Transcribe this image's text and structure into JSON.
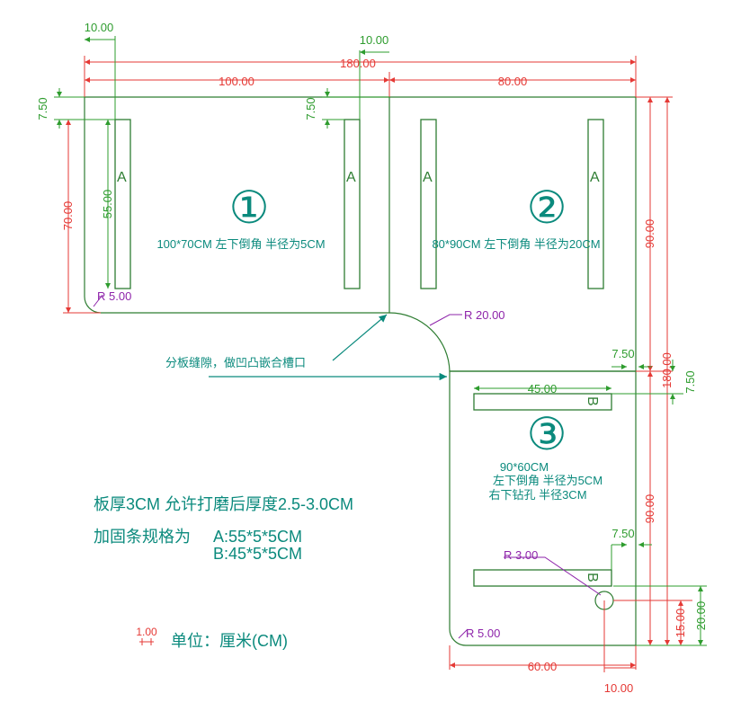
{
  "colors": {
    "outline": "#2e7d32",
    "dimension": "#e53935",
    "dimension_small": "#2e9c2e",
    "teal": "#0b8a7d",
    "radius": "#8e24aa"
  },
  "dimensions": {
    "d_10_top_left": "10.00",
    "d_10_top_mid": "10.00",
    "d_180_width": "180.00",
    "d_100": "100.00",
    "d_80": "80.00",
    "d_7_5_left": "7.50",
    "d_7_5_mid": "7.50",
    "d_70": "70.00",
    "d_55": "55.00",
    "d_90_upper": "90.00",
    "d_180_height": "180.00",
    "d_90_lower": "90.00",
    "d_7_5_right_a": "7.50",
    "d_7_5_right_b": "7.50",
    "d_45": "45.00",
    "d_7_5_lower": "7.50",
    "d_20": "20.00",
    "d_15": "15.00",
    "d_60": "60.00",
    "d_10_bottom": "10.00"
  },
  "radii": {
    "r_5_left": "R 5.00",
    "r_20": "R 20.00",
    "r_3": "R 3.00",
    "r_5_bottom": "R 5.00"
  },
  "panels": {
    "p1_num": "①",
    "p1_desc": "100*70CM 左下倒角 半径为5CM",
    "p2_num": "②",
    "p2_desc": "80*90CM 左下倒角 半径为20CM",
    "p3_num": "③",
    "p3_size": "90*60CM",
    "p3_line1": "左下倒角 半径为5CM",
    "p3_line2": "右下钻孔 半径3CM"
  },
  "strip_labels": {
    "a": "A",
    "b": "B"
  },
  "gap_note": "分板缝隙，做凹凸嵌合槽口",
  "notes": {
    "thickness": "板厚3CM 允许打磨后厚度2.5-3.0CM",
    "reinforce_prefix": "加固条规格为",
    "reinforce_a": "A:55*5*5CM",
    "reinforce_b": "B:45*5*5CM",
    "unit_sample": "1.00",
    "unit_label": "单位：厘米(CM)"
  }
}
